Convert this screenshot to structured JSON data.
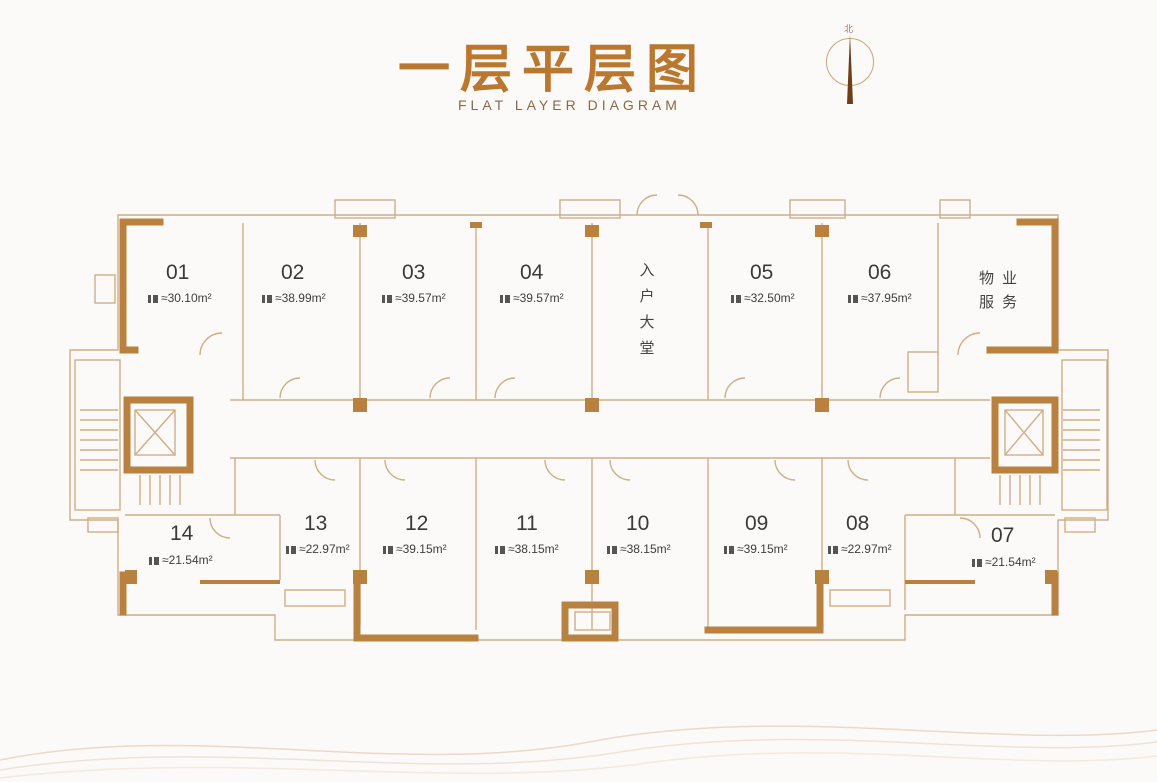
{
  "header": {
    "title": "一层平层图",
    "subtitle": "FLAT LAYER DIAGRAM",
    "compass_label": "北"
  },
  "rooms_top": [
    {
      "id": "01",
      "area": "≈30.10m²"
    },
    {
      "id": "02",
      "area": "≈38.99m²"
    },
    {
      "id": "03",
      "area": "≈39.57m²"
    },
    {
      "id": "04",
      "area": "≈39.57m²"
    },
    {
      "id": "05",
      "area": "≈32.50m²"
    },
    {
      "id": "06",
      "area": "≈37.95m²"
    }
  ],
  "rooms_bottom": [
    {
      "id": "14",
      "area": "≈21.54m²"
    },
    {
      "id": "13",
      "area": "≈22.97m²"
    },
    {
      "id": "12",
      "area": "≈39.15m²"
    },
    {
      "id": "11",
      "area": "≈38.15m²"
    },
    {
      "id": "10",
      "area": "≈38.15m²"
    },
    {
      "id": "09",
      "area": "≈39.15m²"
    },
    {
      "id": "08",
      "area": "≈22.97m²"
    },
    {
      "id": "07",
      "area": "≈21.54m²"
    }
  ],
  "lobby": {
    "chars": [
      "入",
      "户",
      "大",
      "堂"
    ]
  },
  "service": {
    "line1": "物业",
    "line2": "服务"
  },
  "colors": {
    "wall": "#b9813f",
    "thin": "#cfae86",
    "title": "#b9772f"
  }
}
